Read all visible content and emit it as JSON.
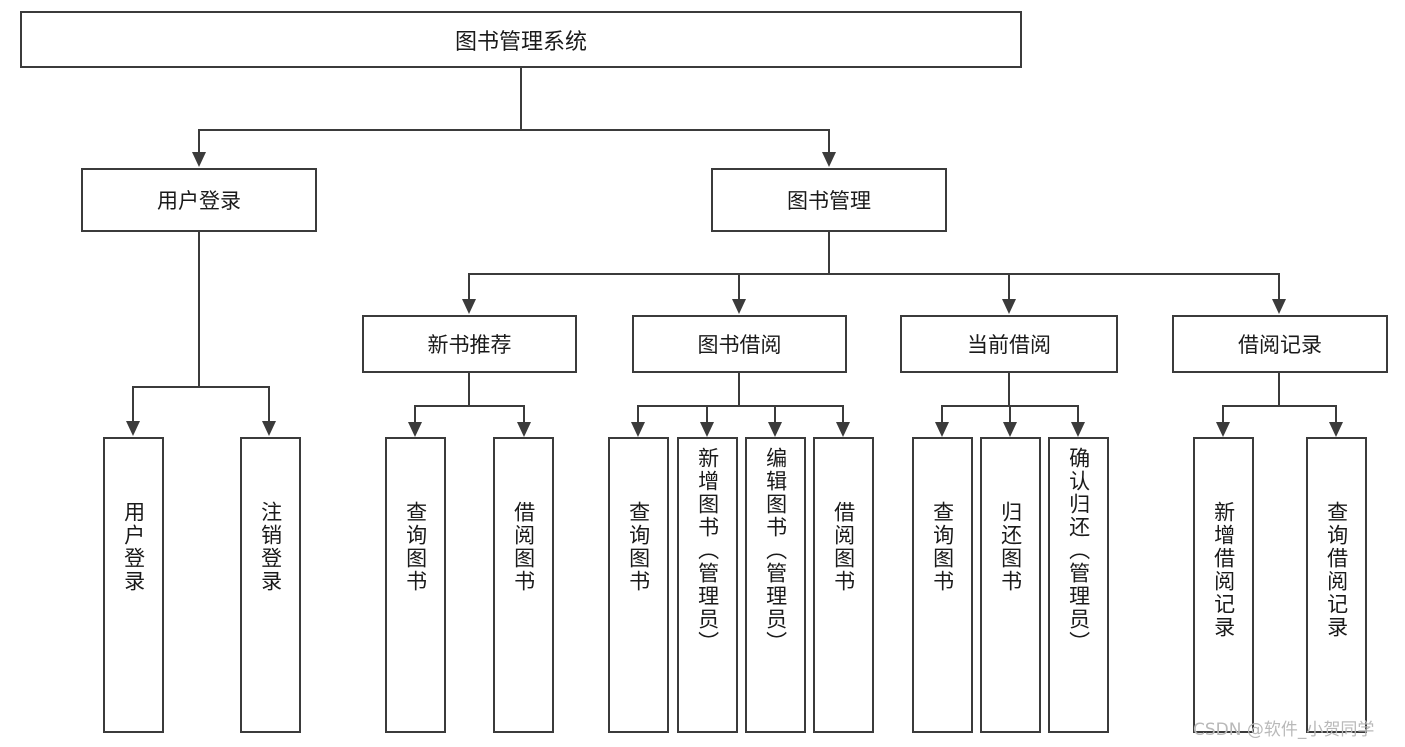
{
  "diagram": {
    "title": "图书管理系统",
    "root": {
      "label": "图书管理系统"
    },
    "level2": [
      {
        "label": "用户登录"
      },
      {
        "label": "图书管理"
      }
    ],
    "level3": [
      {
        "label": "新书推荐"
      },
      {
        "label": "图书借阅"
      },
      {
        "label": "当前借阅"
      },
      {
        "label": "借阅记录"
      }
    ],
    "leaves": {
      "user_login": [
        {
          "label": "用户登录"
        },
        {
          "label": "注销登录"
        }
      ],
      "new_book_recommend": [
        {
          "label": "查询图书"
        },
        {
          "label": "借阅图书"
        }
      ],
      "book_borrow": [
        {
          "label": "查询图书"
        },
        {
          "label": "新增图书（管理员）"
        },
        {
          "label": "编辑图书（管理员）"
        },
        {
          "label": "借阅图书"
        }
      ],
      "current_borrow": [
        {
          "label": "查询图书"
        },
        {
          "label": "归还图书"
        },
        {
          "label": "确认归还（管理员）"
        }
      ],
      "borrow_record": [
        {
          "label": "新增借阅记录"
        },
        {
          "label": "查询借阅记录"
        }
      ]
    }
  },
  "watermark": {
    "text": "CSDN @软件_小贺同学"
  },
  "colors": {
    "border": "#3b3b3b",
    "text": "#1a1a1a",
    "background": "#ffffff",
    "watermark": "#b9b9b9"
  }
}
